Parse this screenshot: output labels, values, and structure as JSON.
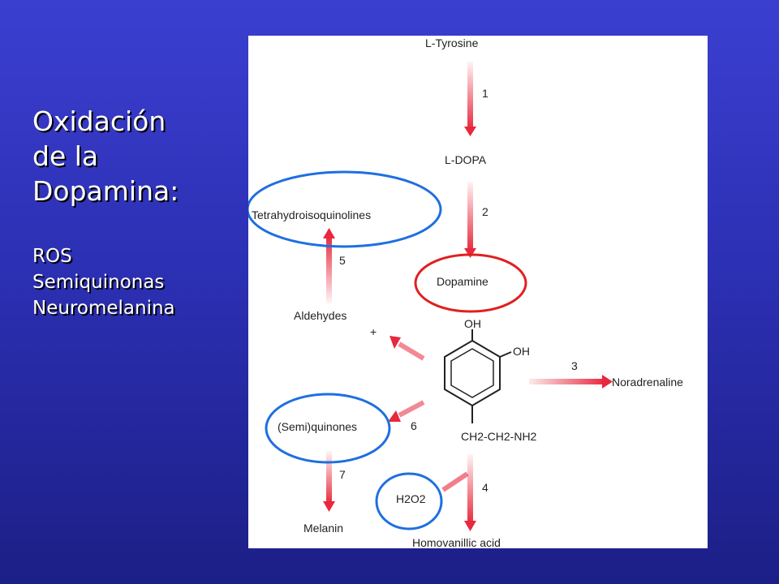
{
  "slide": {
    "title_lines": [
      "Oxidación",
      "de la",
      "Dopamina:"
    ],
    "bullets": [
      "ROS",
      "Semiquinonas",
      "Neuromelanina"
    ]
  },
  "diagram": {
    "nodes": {
      "tyrosine": "L-Tyrosine",
      "dopa": "L-DOPA",
      "thiq": "Tetrahydroisoquinolines",
      "dopamine": "Dopamine",
      "aldehydes": "Aldehydes",
      "plus": "+",
      "semiquinones": "(Semi)quinones",
      "noradrenaline": "Noradrenaline",
      "melanin": "Melanin",
      "h2o2": "H2O2",
      "hva": "Homovanillic acid",
      "oh_top": "OH",
      "oh_right": "OH",
      "side_chain": "CH2-CH2-NH2"
    },
    "steps": [
      "1",
      "2",
      "3",
      "4",
      "5",
      "6",
      "7"
    ],
    "colors": {
      "arrow": "#e8283c",
      "highlight_blue": "#1f6fe0",
      "highlight_red": "#e02020"
    }
  }
}
